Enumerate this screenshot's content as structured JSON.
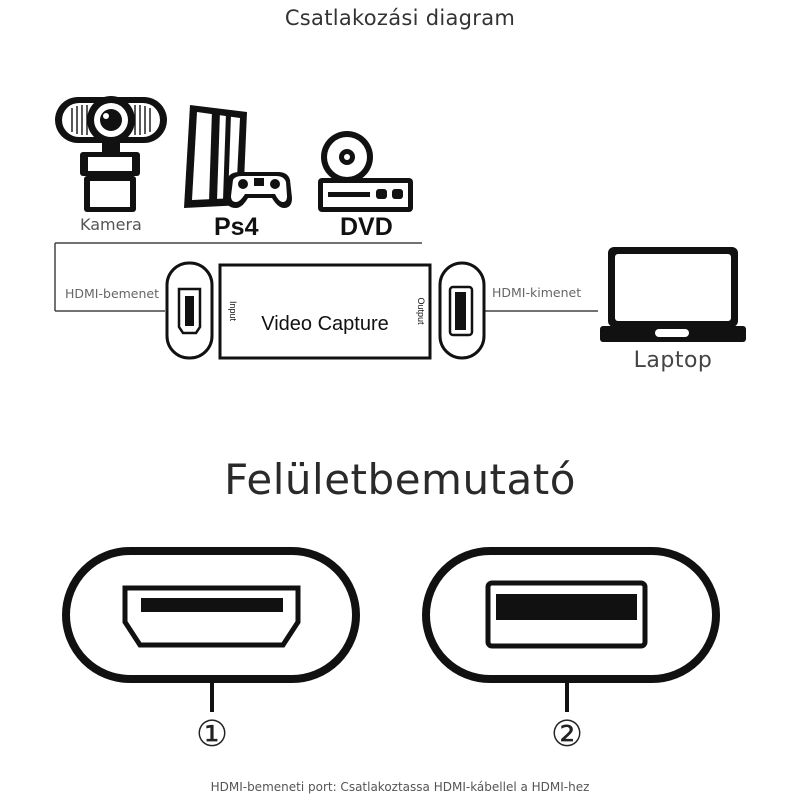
{
  "title": "Csatlakozási diagram",
  "devices": {
    "camera": "Kamera",
    "ps4": "Ps4",
    "dvd": "DVD",
    "laptop": "Laptop"
  },
  "cables": {
    "input": "HDMI-bemenet",
    "output": "HDMI-kimenet"
  },
  "capture_box": {
    "label": "Video Capture",
    "input_side": "Input",
    "output_side": "Output"
  },
  "section_title": "Felületbemutató",
  "ports": [
    {
      "number": "①",
      "type": "HDMI"
    },
    {
      "number": "②",
      "type": "USB"
    }
  ],
  "footer": "HDMI-bemeneti port: Csatlakoztassa HDMI-kábellel a HDMI-hez"
}
